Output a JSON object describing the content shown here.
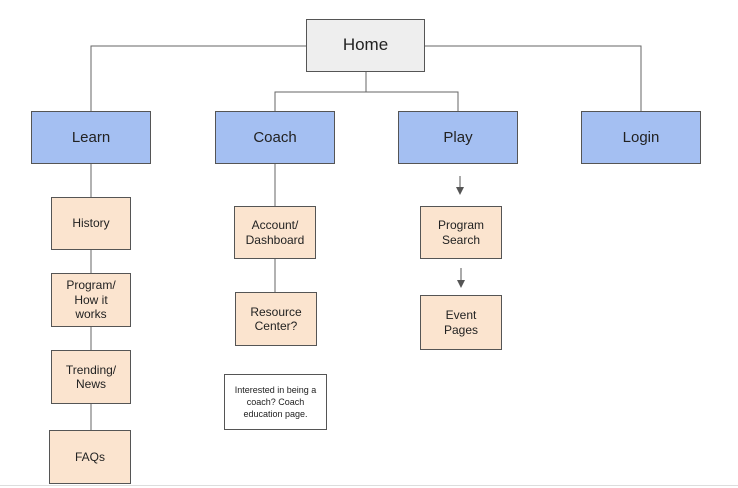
{
  "nodes": {
    "home": "Home",
    "learn": "Learn",
    "coach": "Coach",
    "play": "Play",
    "login": "Login",
    "history": "History",
    "program_how": "Program/\nHow it\nworks",
    "trending": "Trending/\nNews",
    "faqs": "FAQs",
    "account": "Account/\nDashboard",
    "resource": "Resource\nCenter?",
    "program_search": "Program\nSearch",
    "event_pages": "Event\nPages",
    "coach_note": "Interested in being a coach? Coach education page."
  },
  "colors": {
    "home_fill": "#eeeeee",
    "primary_fill": "#a4bff2",
    "secondary_fill": "#fbe4cf",
    "note_fill": "#ffffff",
    "border": "#555555"
  }
}
